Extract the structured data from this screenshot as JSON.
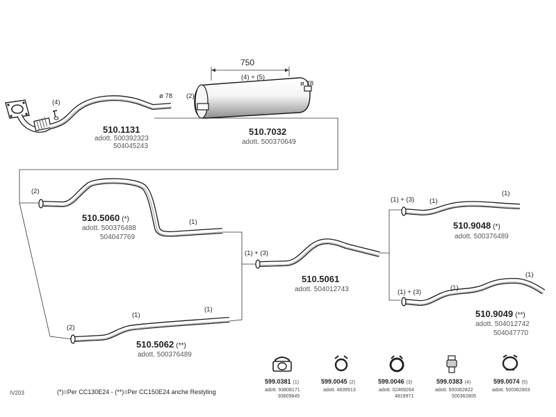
{
  "diagram": {
    "parts": {
      "front_pipe": {
        "number": "510.1131",
        "qualifier": "",
        "adott_1": "adott. 500392323",
        "adott_2": "504045243",
        "callout_4": "(4)",
        "diameter": "ø 78"
      },
      "silencer": {
        "number": "510.7032",
        "qualifier": "",
        "adott_1": "adott. 500370649",
        "dimension": "750",
        "callout_45": "(4) + (5)",
        "callout_2": "(2)",
        "diameter": "ø 78"
      },
      "pipe_5060": {
        "number": "510.5060",
        "qualifier": "(*)",
        "adott_1": "adott. 500376488",
        "adott_2": "504047769",
        "callout_2": "(2)",
        "callout_1": "(1)"
      },
      "pipe_5061": {
        "number": "510.5061",
        "qualifier": "",
        "adott_1": "adott. 504012743",
        "callout_13": "(1) + (3)"
      },
      "pipe_5062": {
        "number": "510.5062",
        "qualifier": "(**)",
        "adott_1": "adott. 500376489",
        "callout_2": "(2)",
        "callout_1a": "(1)",
        "callout_1b": "(1)"
      },
      "pipe_9048": {
        "number": "510.9048",
        "qualifier": "(*)",
        "adott_1": "adott. 500376489",
        "callout_13": "(1) + (3)",
        "callout_1a": "(1)",
        "callout_1b": "(1)"
      },
      "pipe_9049": {
        "number": "510.9049",
        "qualifier": "(**)",
        "adott_1": "adott. 504012742",
        "adott_2": "504047770",
        "callout_13": "(1) + (3)",
        "callout_1a": "(1)",
        "callout_1b": "(1)"
      }
    },
    "accessories": [
      {
        "number": "599.0381",
        "ref": "(1)",
        "adott_1": "adott. 93808171",
        "adott_2": "93809645"
      },
      {
        "number": "599.0045",
        "ref": "(2)",
        "adott_1": "adott. 4839513",
        "adott_2": ""
      },
      {
        "number": "599.0046",
        "ref": "(3)",
        "adott_1": "adott. 02469264",
        "adott_2": "4819971"
      },
      {
        "number": "599.0383",
        "ref": "(4)",
        "adott_1": "adott. 500362822",
        "adott_2": "500362805"
      },
      {
        "number": "599.0074",
        "ref": "(5)",
        "adott_1": "adott. 500362803",
        "adott_2": ""
      }
    ],
    "footnote": "(*)=Per CC130E24  -  (**)=Per CC150E24 anche Restyling",
    "code": "IV203",
    "colors": {
      "line": "#1a1a1a",
      "shade": "#b9b9b9",
      "text": "#222222"
    }
  }
}
